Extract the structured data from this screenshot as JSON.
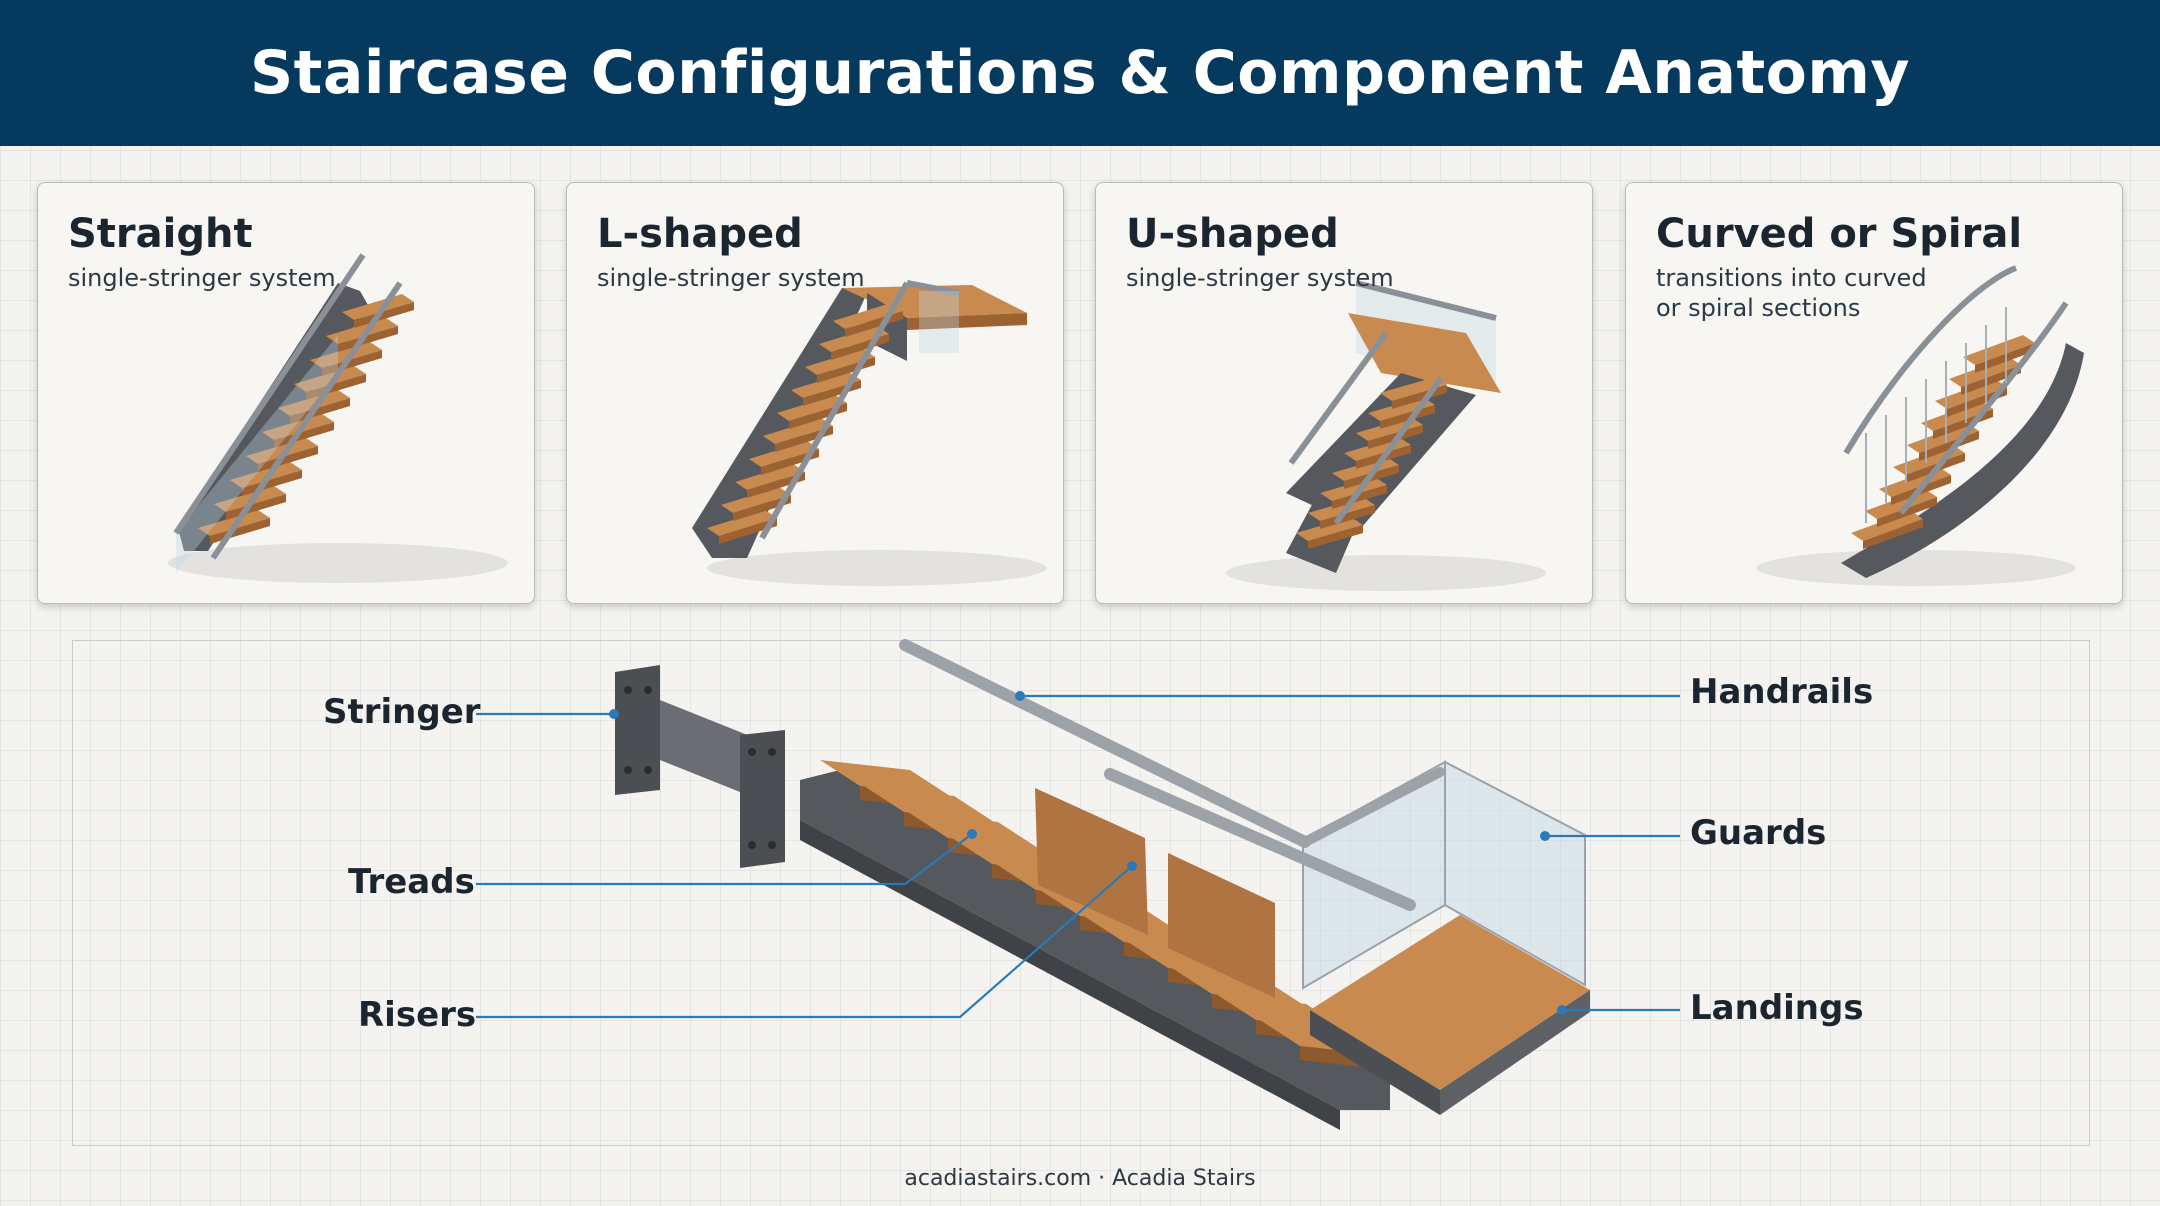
{
  "header": {
    "title": "Staircase Configurations & Component Anatomy"
  },
  "configurations": [
    {
      "title": "Straight",
      "subtitle": "single-stringer system"
    },
    {
      "title": "L-shaped",
      "subtitle": "single-stringer system"
    },
    {
      "title": "U-shaped",
      "subtitle": "single-stringer system"
    },
    {
      "title": "Curved or Spiral",
      "subtitle": "transitions into curved or spiral sections"
    }
  ],
  "anatomy": {
    "left_labels": [
      "Stringer",
      "Treads",
      "Risers"
    ],
    "right_labels": [
      "Handrails",
      "Guards",
      "Landings"
    ]
  },
  "colors": {
    "header_bg": "#053a5e",
    "leader_line": "#2a7ab8",
    "wood": "#b87a45",
    "steel": "#55585d"
  },
  "footer": {
    "credit": "acadiastairs.com · Acadia Stairs"
  }
}
